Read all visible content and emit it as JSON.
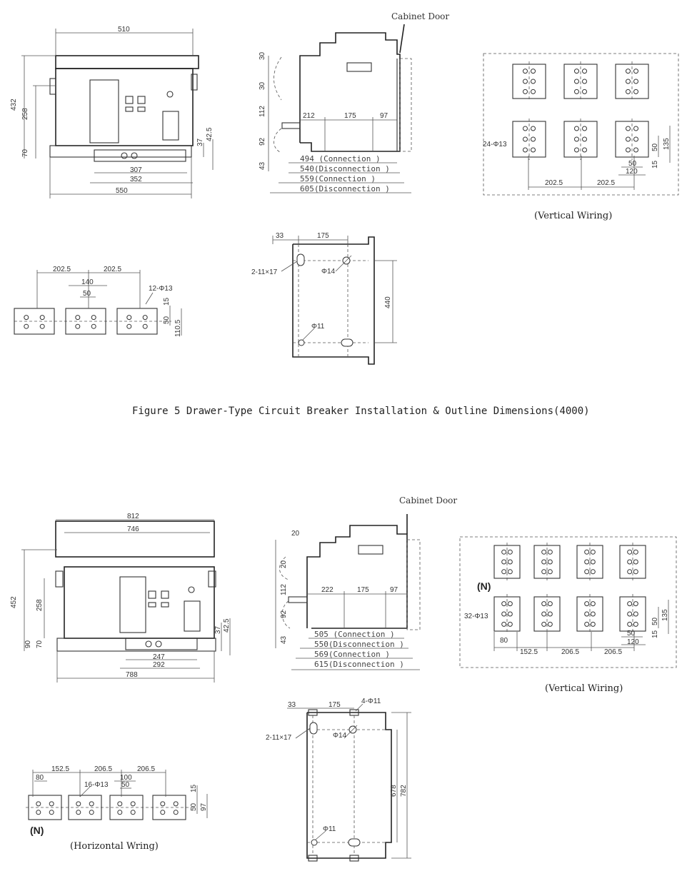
{
  "labels": {
    "cabinet_door": "Cabinet Door",
    "vertical_wiring": "(Vertical Wiring)",
    "horizontal_wiring": "(Horizontal Wring)",
    "neutral": "(N)"
  },
  "figure5": {
    "caption": "Figure 5 Drawer-Type Circuit Breaker Installation & Outline Dimensions(4000)",
    "front": {
      "d510": "510",
      "d432": "432",
      "d258": "258",
      "d70": "70",
      "d37": "37",
      "d42_5": "42.5",
      "d307": "307",
      "d352": "352",
      "d550": "550"
    },
    "side": {
      "d30a": "30",
      "d30b": "30",
      "d112": "112",
      "d92": "92",
      "d43": "43",
      "d212": "212",
      "d175": "175",
      "d97": "97",
      "c494": "494 (Connection )",
      "c540": "540(Disconnection )",
      "c559": "559(Connection )",
      "c605": "605(Disconnection )"
    },
    "vertical": {
      "holes": "24-Φ13",
      "d202_5a": "202.5",
      "d202_5b": "202.5",
      "d50a": "50",
      "d120": "120",
      "d50b": "50",
      "d135": "135",
      "d15": "15"
    },
    "mount": {
      "d33": "33",
      "d175": "175",
      "slot": "2-11×17",
      "phi14": "Φ14",
      "phi11": "Φ11",
      "d440": "440"
    },
    "horizontal": {
      "d202_5a": "202.5",
      "d202_5b": "202.5",
      "d140": "140",
      "d50": "50",
      "holes": "12-Φ13",
      "d15": "15",
      "d50b": "50",
      "d110_5": "110.5"
    }
  },
  "figure6": {
    "front": {
      "d812": "812",
      "d746": "746",
      "d452": "452",
      "d258": "258",
      "d90": "90",
      "d70": "70",
      "d37": "37",
      "d42_5": "42.5",
      "d247": "247",
      "d292": "292",
      "d788": "788"
    },
    "side": {
      "d20a": "20",
      "d20b": "20",
      "d112": "112",
      "d92": "92",
      "d43": "43",
      "d222": "222",
      "d175": "175",
      "d97": "97",
      "c505": "505 (Connection )",
      "c550": "550(Disconnection )",
      "c569": "569(Connection )",
      "c615": "615(Disconnection )"
    },
    "vertical": {
      "holes": "32-Φ13",
      "d80": "80",
      "d152_5": "152.5",
      "d206_5a": "206.5",
      "d206_5b": "206.5",
      "d50a": "50",
      "d120": "120",
      "d50b": "50",
      "d135": "135",
      "d15": "15"
    },
    "mount": {
      "d33": "33",
      "d175": "175",
      "holes4": "4-Φ11",
      "slot": "2-11×17",
      "phi14": "Φ14",
      "phi11": "Φ11",
      "d678": "678",
      "d782": "782"
    },
    "horizontal": {
      "d152_5": "152.5",
      "d206_5a": "206.5",
      "d206_5b": "206.5",
      "d80": "80",
      "holes": "16-Φ13",
      "d100": "100",
      "d50": "50",
      "d15": "15",
      "d50b": "50",
      "d97": "97"
    }
  }
}
